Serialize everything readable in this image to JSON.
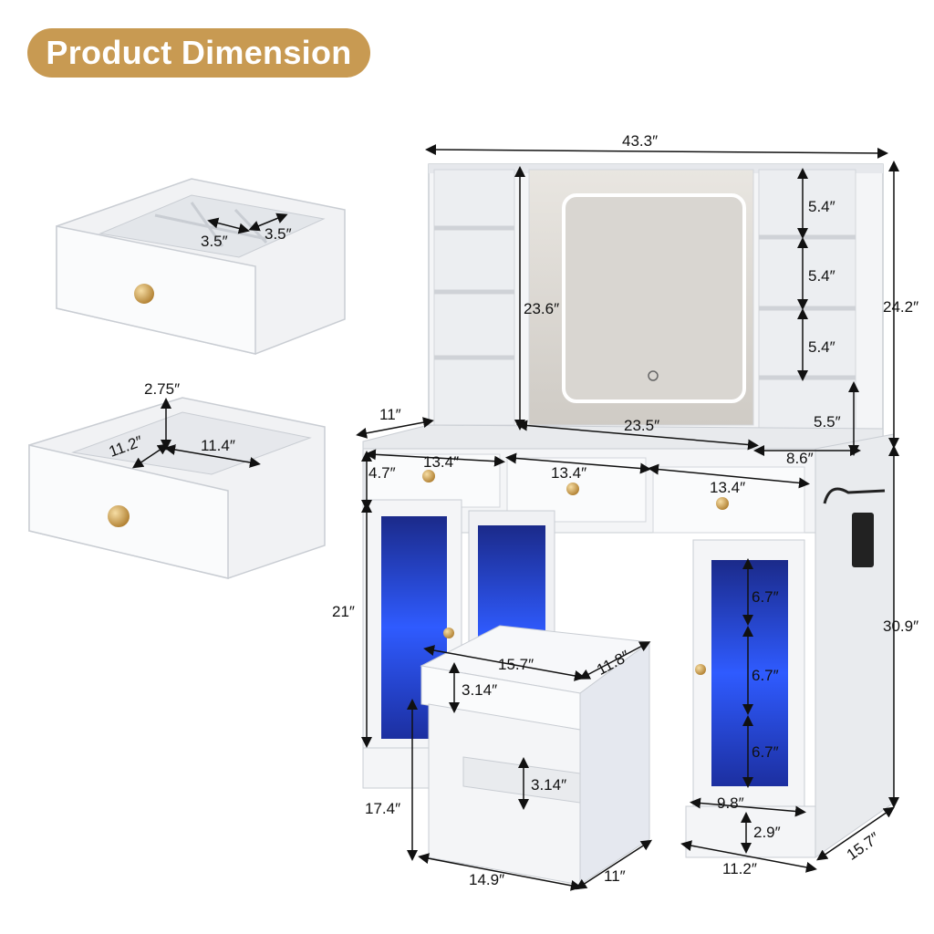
{
  "header": {
    "title": "Product Dimension"
  },
  "colors": {
    "badge": "#c89a52",
    "knob": "#c79a4a",
    "led": "#2f5bff",
    "white": "#f4f5f7"
  },
  "dimensions": {
    "overall_width": "43.3″",
    "hutch_height": "24.2″",
    "mirror_height": "23.6″",
    "mirror_width": "23.5″",
    "hutch_depth": "11″",
    "right_shelf_1": "5.4″",
    "right_shelf_2": "5.4″",
    "right_shelf_3": "5.4″",
    "right_shelf_4": "5.5″",
    "right_shelf_width": "8.6″",
    "drawer_left_width": "13.4″",
    "drawer_mid_width": "13.4″",
    "drawer_right_width": "13.4″",
    "drawer_height": "4.7″",
    "cabinet_height": "21″",
    "base_height": "30.9″",
    "right_cab_shelf_1": "6.7″",
    "right_cab_shelf_2": "6.7″",
    "right_cab_shelf_3": "6.7″",
    "right_cab_inner_width": "9.8″",
    "right_cab_bottom": "2.9″",
    "right_cab_width": "11.2″",
    "base_depth": "15.7″",
    "stool_width": "15.7″",
    "stool_depth": "11.8″",
    "stool_cushion": "3.14″",
    "stool_rail": "3.14″",
    "stool_height": "17.4″",
    "stool_base_width": "14.9″",
    "stool_base_depth": "11″",
    "organizer_a": "3.5″",
    "organizer_b": "3.5″",
    "drawer2_height": "2.75″",
    "drawer2_depth": "11.2″",
    "drawer2_width": "11.4″"
  }
}
